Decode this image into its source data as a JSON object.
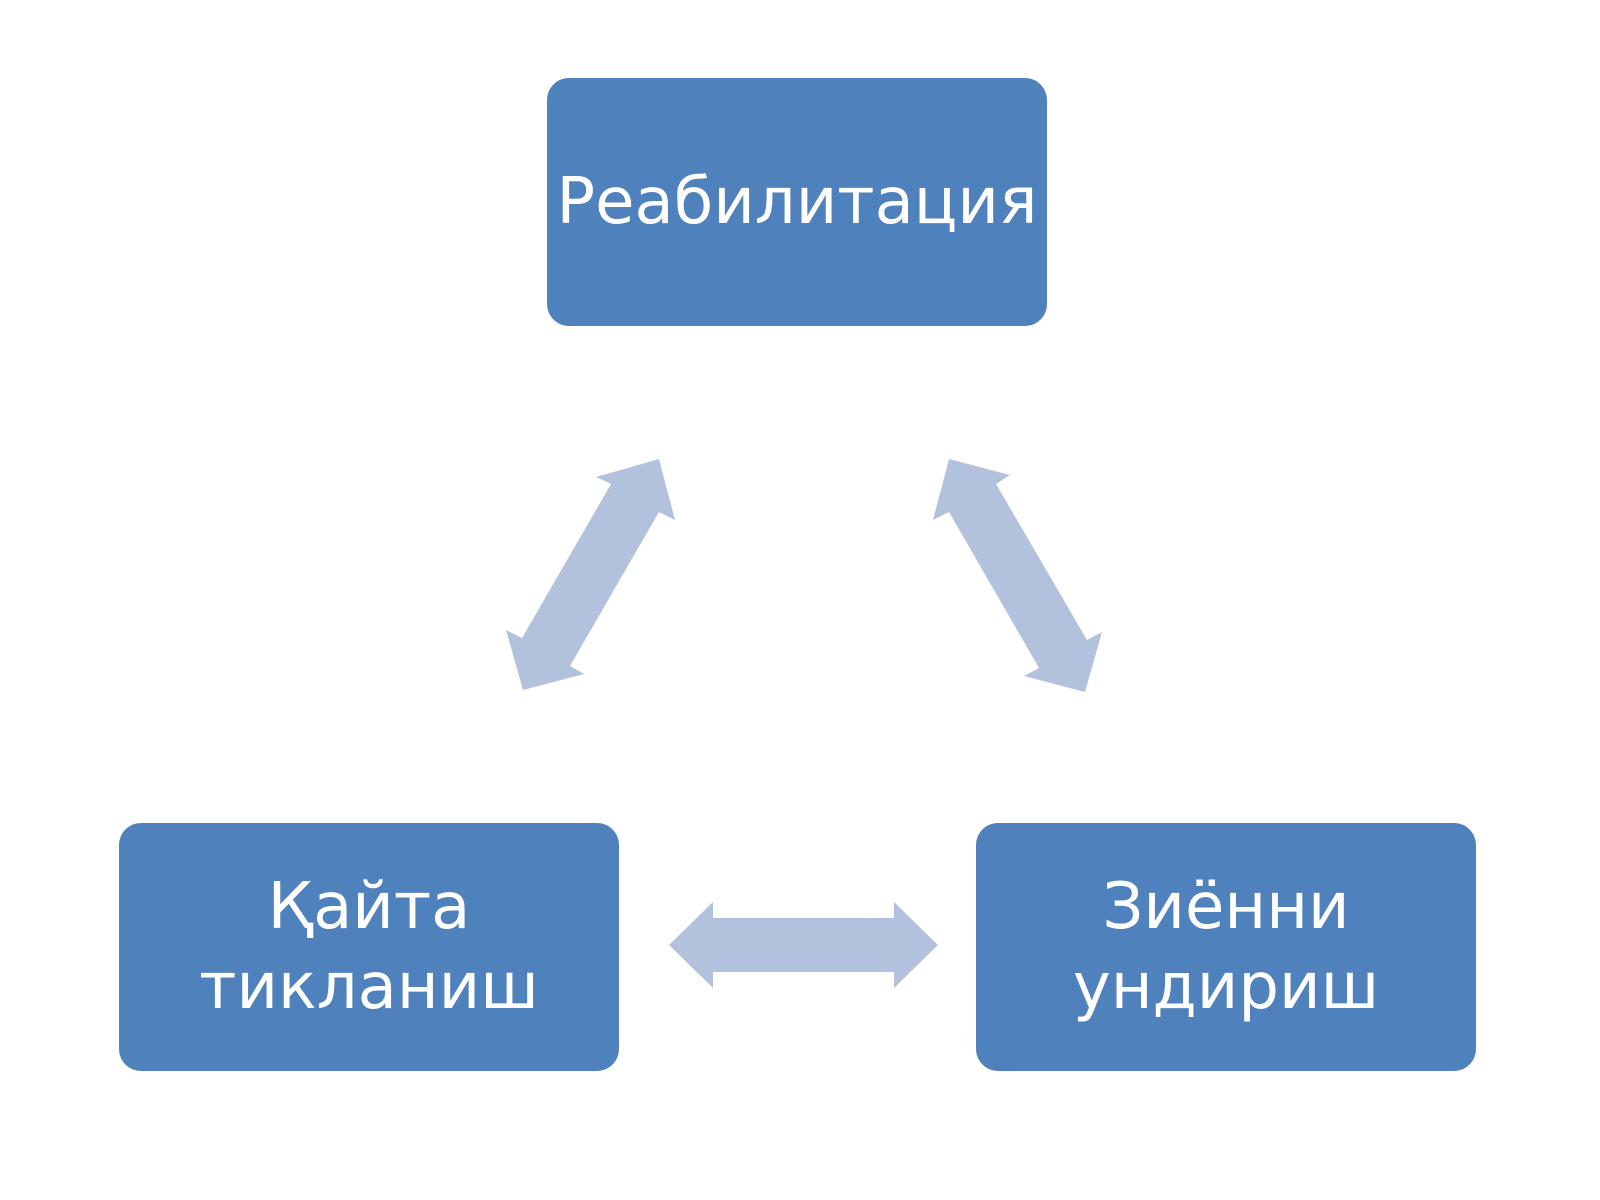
{
  "diagram": {
    "colors": {
      "node_fill": "#4F81BD",
      "node_text": "#FFFFFF",
      "arrow_fill": "#B3C2DC",
      "background": "#FFFFFF"
    },
    "nodes": {
      "top": {
        "label": "Реабилитация"
      },
      "left": {
        "label": "Қайта\nтикланиш"
      },
      "right": {
        "label": "Зиённи\nундириш"
      }
    },
    "connections": [
      {
        "from": "left",
        "to": "top",
        "type": "bidirectional"
      },
      {
        "from": "top",
        "to": "right",
        "type": "bidirectional"
      },
      {
        "from": "left",
        "to": "right",
        "type": "bidirectional"
      }
    ]
  }
}
